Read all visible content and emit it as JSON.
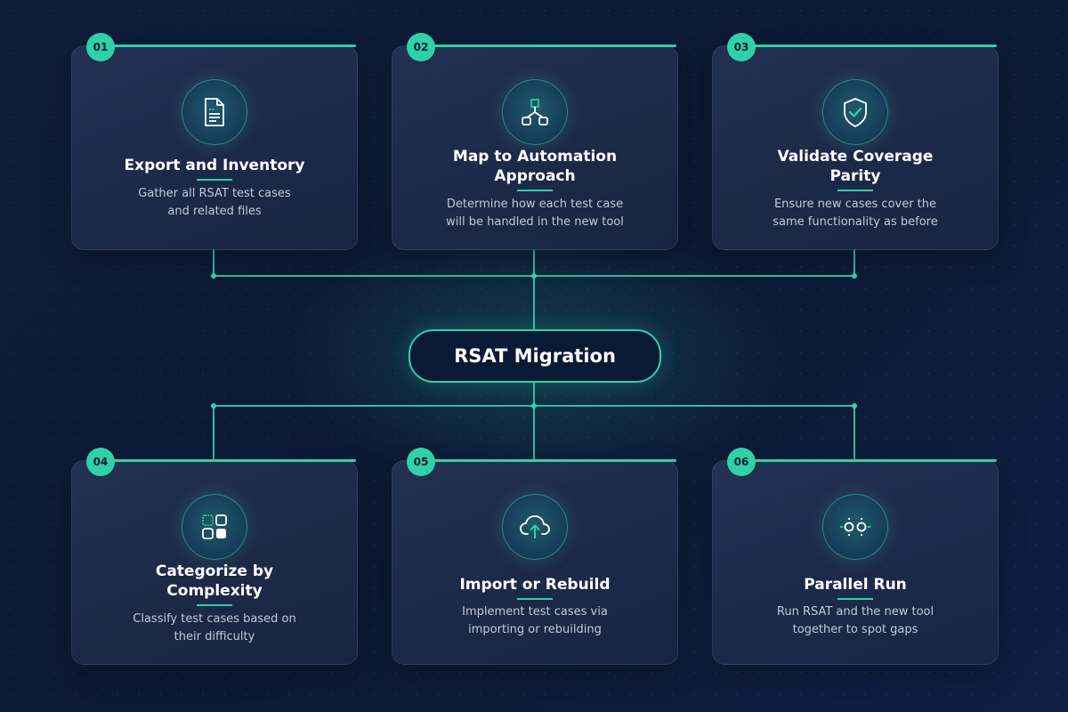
{
  "center": {
    "label": "RSAT Migration"
  },
  "colors": {
    "accent": "#2fd1a7",
    "background": "#0f1d3b",
    "card": "#24355a",
    "text_muted": "#c2cad8"
  },
  "steps": [
    {
      "number": "01",
      "title": "Export and Inventory",
      "description_lines": [
        "Gather all RSAT test cases",
        "and related files"
      ],
      "icon": "document-icon"
    },
    {
      "number": "02",
      "title_lines": [
        "Map to Automation",
        "Approach"
      ],
      "description_lines": [
        "Determine how each test case",
        "will be handled in the new tool"
      ],
      "icon": "hierarchy-icon"
    },
    {
      "number": "03",
      "title_lines": [
        "Validate Coverage",
        "Parity"
      ],
      "description_lines": [
        "Ensure new cases cover the",
        "same functionality as before"
      ],
      "icon": "shield-check-icon"
    },
    {
      "number": "04",
      "title_lines": [
        "Categorize by",
        "Complexity"
      ],
      "description_lines": [
        "Classify test cases based on",
        "their difficulty"
      ],
      "icon": "grid-icon"
    },
    {
      "number": "05",
      "title": "Import or Rebuild",
      "description_lines": [
        "Implement test cases via",
        "importing or rebuilding"
      ],
      "icon": "cloud-upload-icon"
    },
    {
      "number": "06",
      "title": "Parallel Run",
      "description_lines": [
        "Run RSAT and the new tool",
        "together to spot gaps"
      ],
      "icon": "parallel-nodes-icon"
    }
  ]
}
